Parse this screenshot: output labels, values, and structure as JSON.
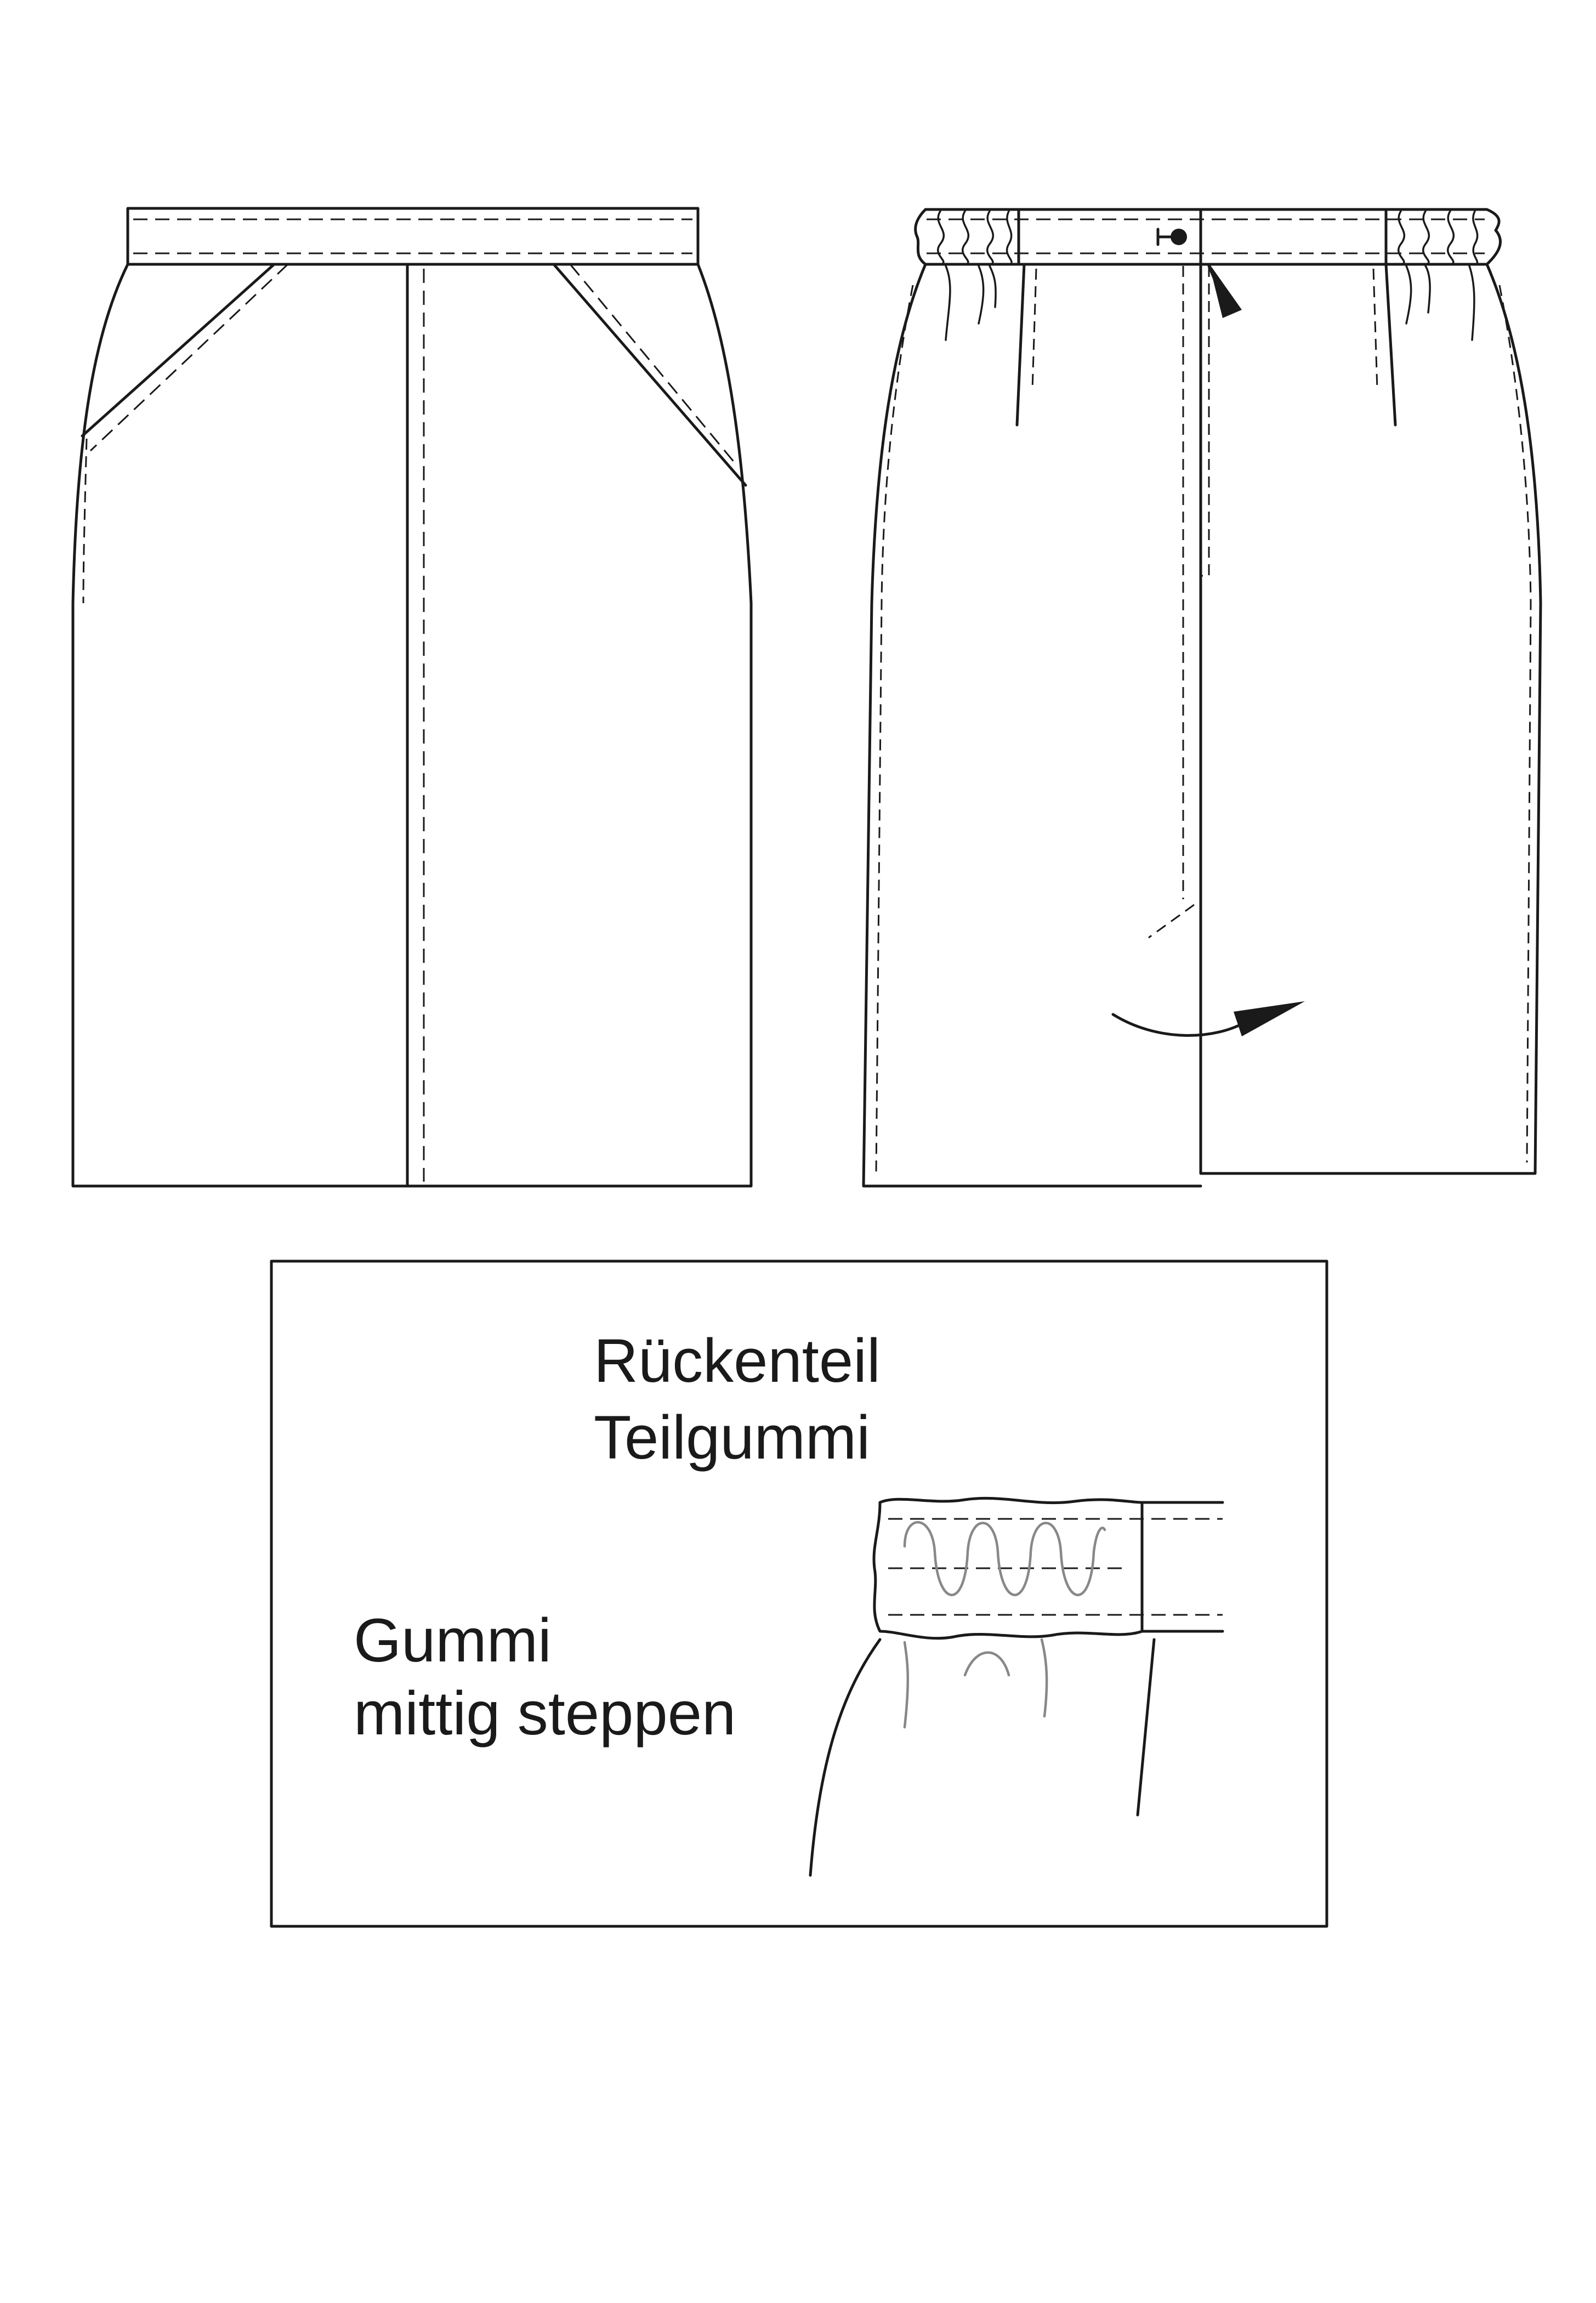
{
  "detail_box": {
    "title_line1": "Rückenteil",
    "title_line2": "Teilgummi",
    "note_line1": "Gummi",
    "note_line2": "mittig steppen"
  },
  "colors": {
    "line": "#1a1a1a",
    "elastic_gray": "#888888",
    "background": "#ffffff"
  }
}
